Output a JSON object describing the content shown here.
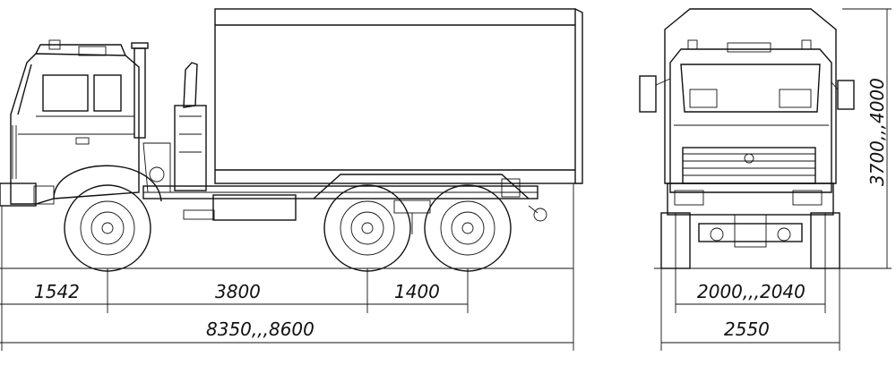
{
  "dimensions": {
    "front_overhang": "1542",
    "wheelbase": "3800",
    "rear_axle_spacing": "1400",
    "overall_length": "8350,,,8600",
    "track_width": "2000,,,2040",
    "overall_width": "2550",
    "overall_height": "3700,,,4000"
  }
}
